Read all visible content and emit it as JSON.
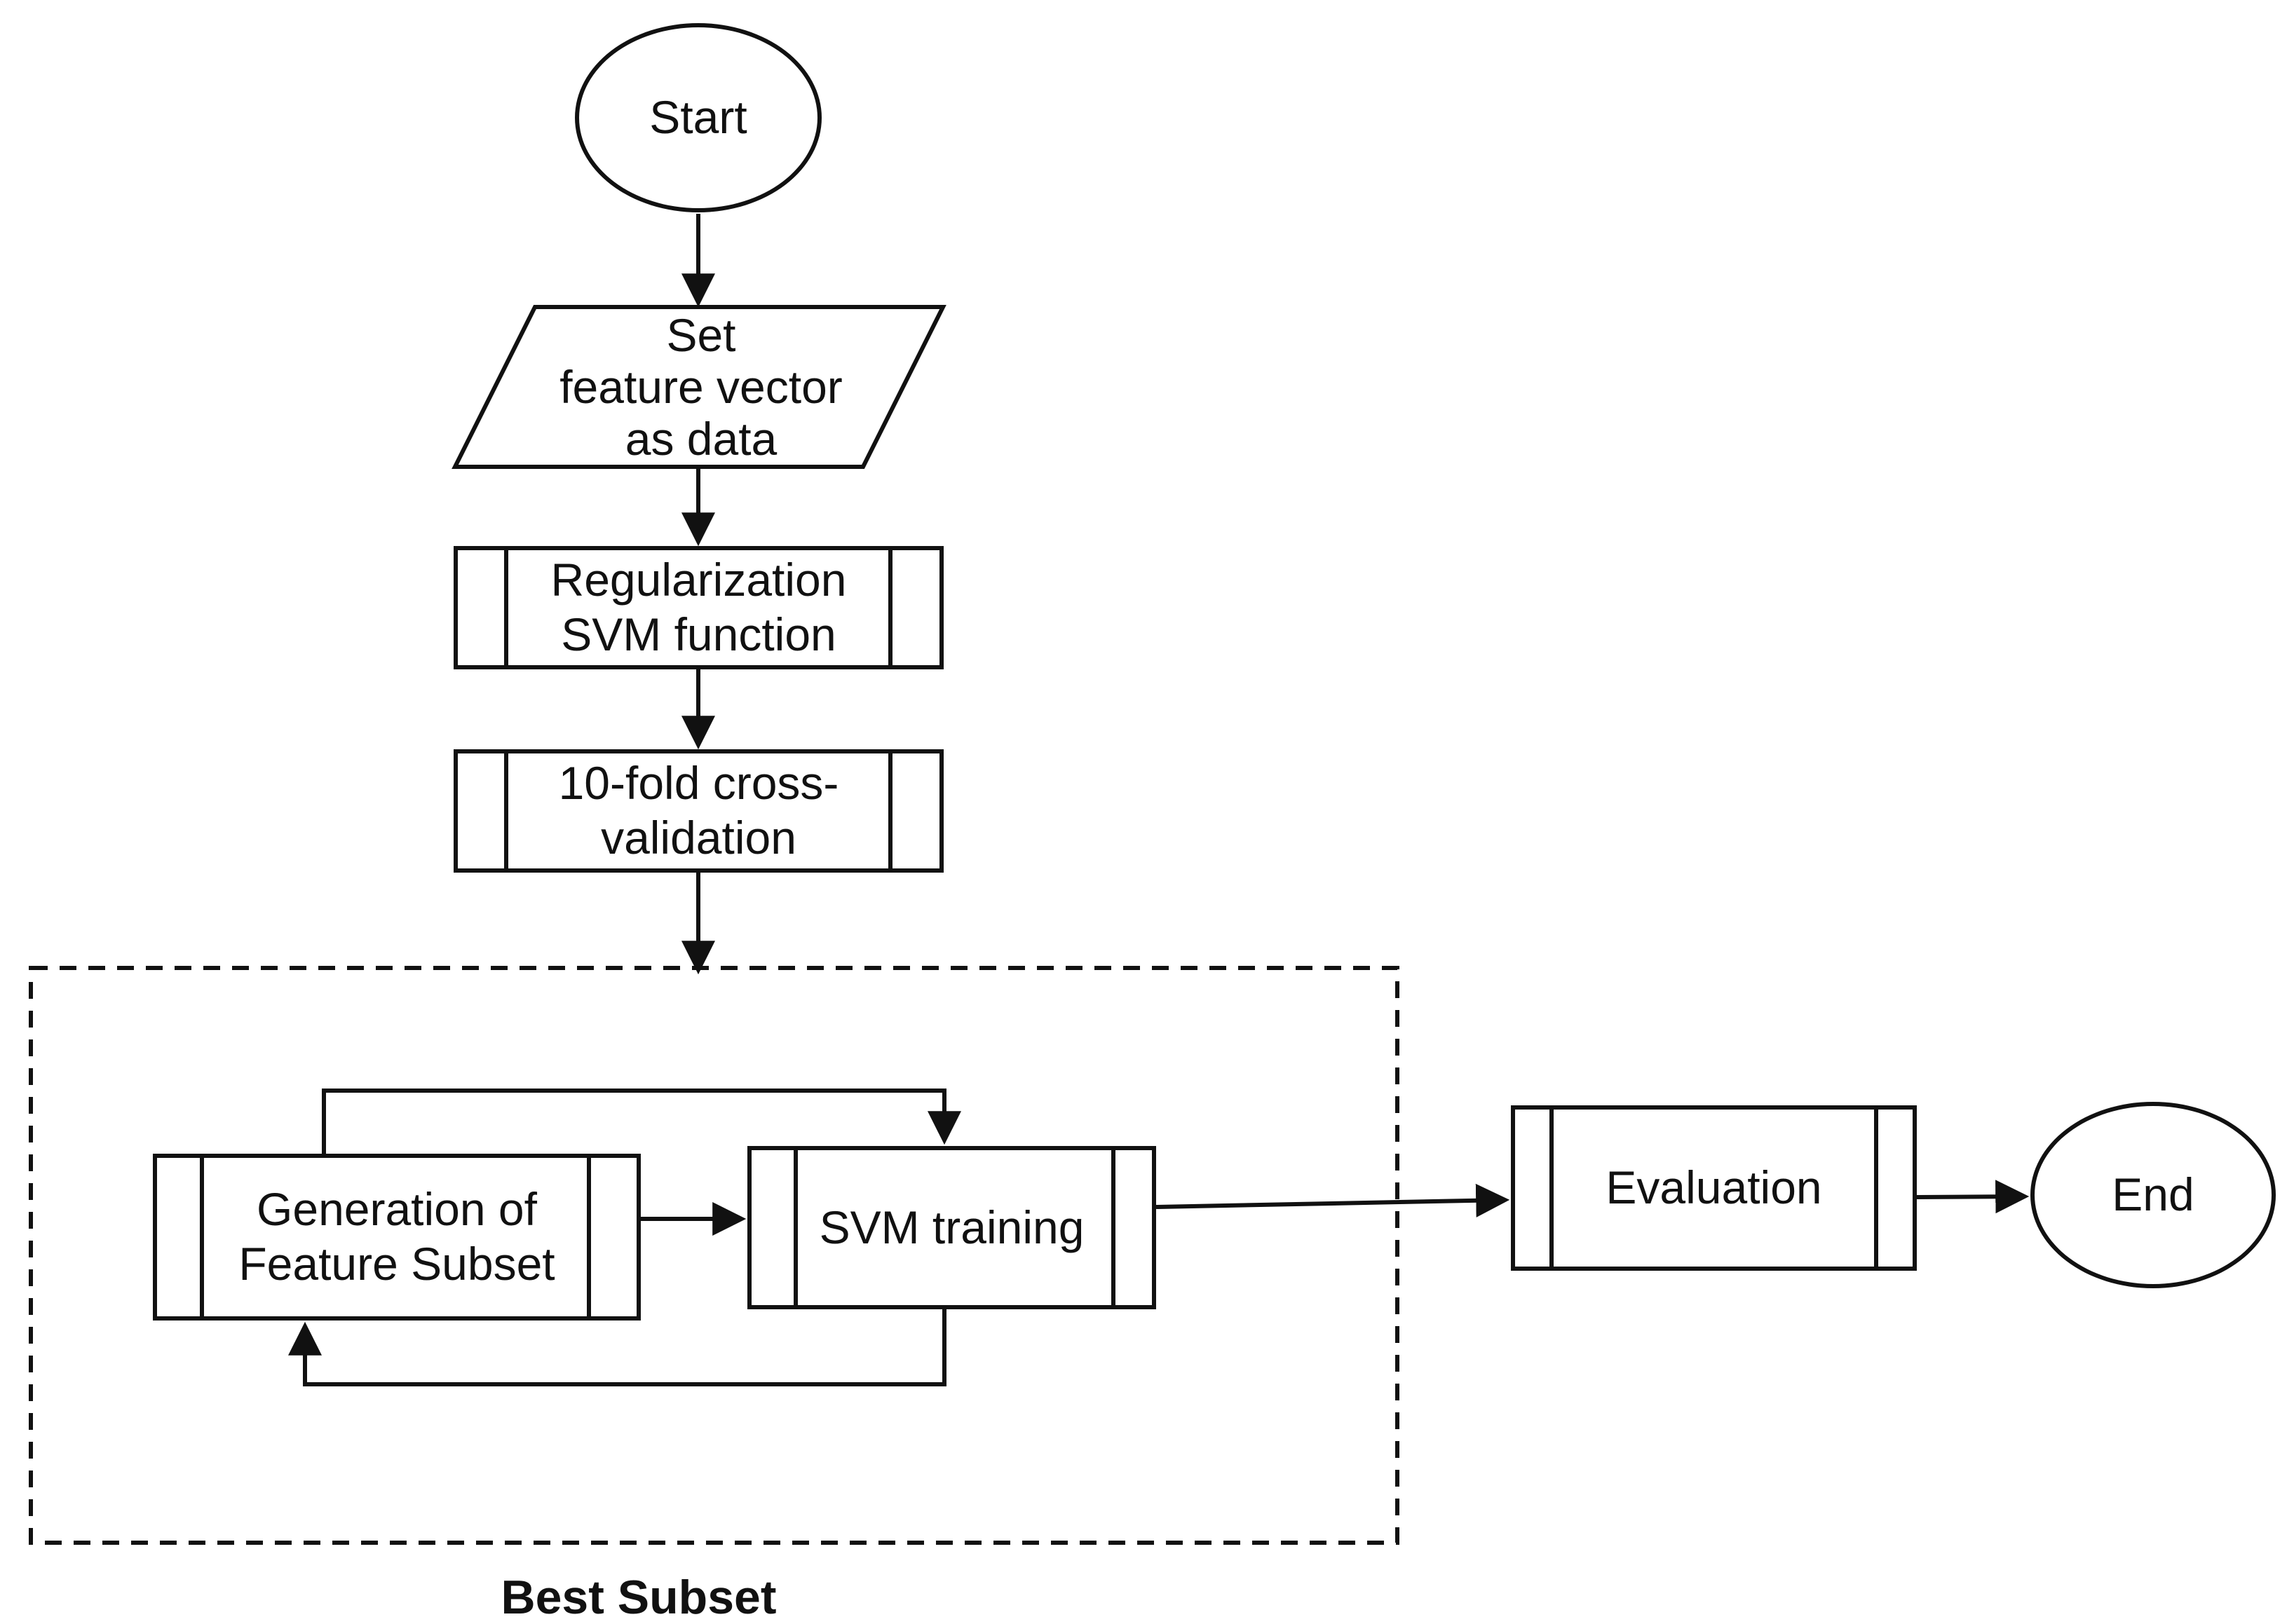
{
  "figure": {
    "background_color": "#ffffff",
    "stroke_color": "#111111",
    "text_color": "#111111",
    "nodes": {
      "start": {
        "type": "terminator-ellipse",
        "label": "Start"
      },
      "set_data": {
        "type": "parallelogram-io",
        "label": "Set\nfeature vector\nas data"
      },
      "regularization": {
        "type": "predefined-process",
        "label": "Regularization\nSVM function"
      },
      "cross_validation": {
        "type": "predefined-process",
        "label": "10-fold cross-\nvalidation"
      },
      "generation": {
        "type": "predefined-process",
        "label": "Generation of\nFeature Subset"
      },
      "svm_training": {
        "type": "predefined-process",
        "label": "SVM training"
      },
      "evaluation": {
        "type": "predefined-process",
        "label": "Evaluation"
      },
      "end": {
        "type": "terminator-ellipse",
        "label": "End"
      }
    },
    "group": {
      "label": "Best Subset"
    }
  }
}
